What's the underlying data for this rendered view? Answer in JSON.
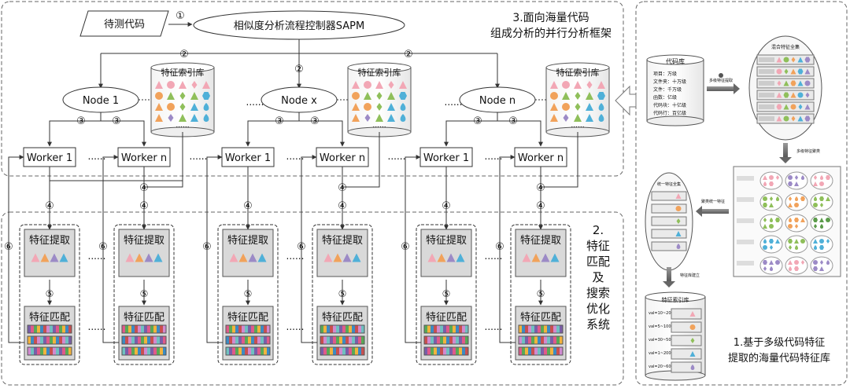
{
  "source_code_label": "待测代码",
  "controller_label": "相似度分析流程控制器SAPM",
  "framework_title_line1": "3.面向海量代码",
  "framework_title_line2": "组成分析的并行分析框架",
  "feature_index_label": "特征索引库",
  "nodes": [
    "Node 1",
    "Node x",
    "Node n"
  ],
  "worker_first_label": "Worker 1",
  "worker_last_label": "Worker n",
  "ellipsis": "......",
  "feature_extract_label": "特征提取",
  "feature_match_label": "特征匹配",
  "matching_system_title": [
    "2.",
    "特征",
    "匹配",
    "及",
    "搜索",
    "优化",
    "系统"
  ],
  "step_numbers": [
    "①",
    "②",
    "③",
    "④",
    "⑤",
    "⑥"
  ],
  "right_panel": {
    "code_repo_title": "代码库",
    "code_repo_lines": [
      "项目：万级",
      "文件夹：十万级",
      "文件：千万级",
      "函数：亿级",
      "代码块：十亿级",
      "代码行：百亿级"
    ],
    "step1_label": "多级特征提取",
    "mixed_features_title": "混合特征全集",
    "step2_label": "多级特征聚类",
    "step3_label": "聚类统一特征",
    "unified_features_title": "统一特征全集",
    "step4_label": "特征库建立",
    "feature_index_title": "特征索引库",
    "val_ranges": [
      "val=10~20",
      "val=5~100",
      "val=30~50",
      "val=1~200",
      "val=20~60"
    ],
    "title_line1": "1.基于多级代码特征",
    "title_line2": "提取的海量代码特征库"
  },
  "colors": {
    "pink": "#f2a7b5",
    "orange": "#f1a25b",
    "green": "#8fbf5a",
    "blue": "#4fb0d8",
    "purple": "#9c8ac6",
    "dark_green": "#5b9b4a",
    "line": "#444444",
    "gray_fill": "#d9d9d9"
  }
}
